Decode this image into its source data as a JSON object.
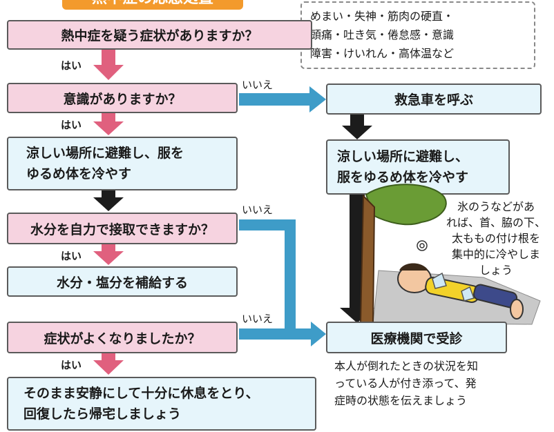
{
  "title": "熱中症の応急処置",
  "symptoms_note": "めまい・失神・筋肉の硬直・\n頭痛・吐き気・倦怠感・意識\n障害・けいれん・高体温など",
  "left_flow": {
    "q1": "熱中症を疑う症状がありますか？",
    "q2": "意識がありますか？",
    "step_cool": "涼しい場所に避難し、服を\nゆるめ体を冷やす",
    "q3": "水分を自力で接取できますか？",
    "step_water": "水分・塩分を補給する",
    "q4": "症状がよくなりましたか？",
    "end": "そのまま安静にして十分に休息をとり、\n回復したら帰宅しましょう"
  },
  "right_flow": {
    "ambulance": "救急車を呼ぶ",
    "cool": "涼しい場所に避難し、\n服をゆるめ体を冷やす",
    "hospital": "医療機関で受診"
  },
  "labels": {
    "yes": "はい",
    "no": "いいえ"
  },
  "notes": {
    "ice": "氷のうなどがあ\nれば、首、脇の下、\n太ももの付け根を\n集中的に冷やしま\nしょう",
    "hospital": "本人が倒れたときの状況を知\nっている人が付き添って、発\n症時の状態を伝えましょう"
  },
  "colors": {
    "pink_arrow": "#e0607e",
    "blue_arrow": "#3e9cc8",
    "dark_arrow": "#1c1c1c",
    "pink_box": "#f6d3e0",
    "cyan_box": "#e6f5fb",
    "title_bg": "#f39a2c"
  }
}
